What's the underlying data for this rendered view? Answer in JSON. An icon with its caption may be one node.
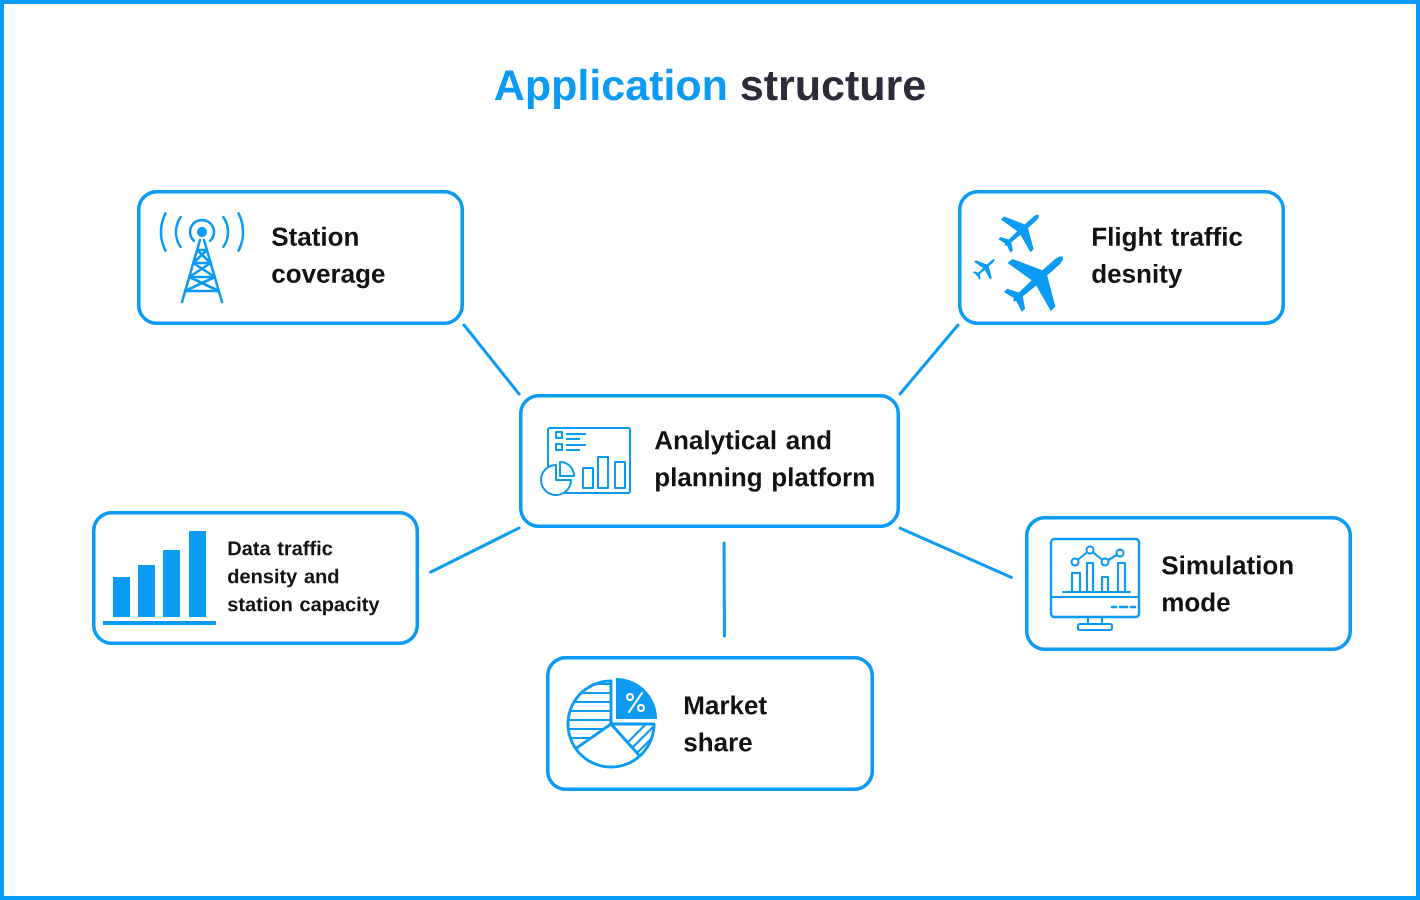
{
  "diagram": {
    "title": "Application structure",
    "nodes": [
      {
        "text": [
          "Station coverage"
        ]
      },
      {
        "text": [
          "Flight traffic desnity"
        ]
      },
      {
        "text": [
          "Analytical and planning platform"
        ]
      },
      {
        "text": [
          "Data traffic density and station capacity"
        ]
      },
      {
        "text": [
          "Simulation mode"
        ]
      },
      {
        "text": [
          "Market share"
        ]
      }
    ],
    "edges": [
      {
        "from": 2,
        "to": 0,
        "arrow": "none"
      },
      {
        "from": 2,
        "to": 1,
        "arrow": "none"
      },
      {
        "from": 2,
        "to": 3,
        "arrow": "none"
      },
      {
        "from": 2,
        "to": 4,
        "arrow": "none"
      },
      {
        "from": 2,
        "to": 5,
        "arrow": "none"
      }
    ]
  }
}
